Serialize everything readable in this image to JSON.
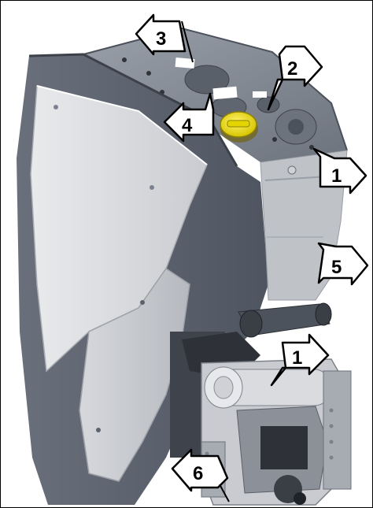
{
  "colors": {
    "housing_dark": "#5f6672",
    "housing_mid": "#7b828e",
    "housing_top": "#8a909a",
    "panel_light": "#dcdde1",
    "panel_white": "#f1f2f4",
    "cap_yellow": "#f2e300",
    "callout_fill": "#ffffff",
    "callout_stroke": "#000000"
  },
  "callouts": [
    {
      "label": "3"
    },
    {
      "label": "2"
    },
    {
      "label": "4"
    },
    {
      "label": "1"
    },
    {
      "label": "5"
    },
    {
      "label": "1"
    },
    {
      "label": "6"
    }
  ]
}
